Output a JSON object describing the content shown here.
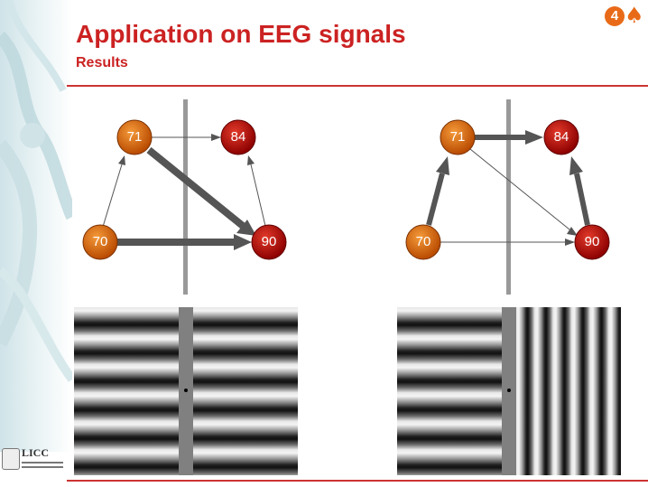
{
  "header": {
    "title": "Application on EEG signals",
    "subtitle": "Results",
    "page_number": "4",
    "badge_icon": "spade-icon",
    "accent_color": "#cc2222"
  },
  "logo": {
    "text": "LICC"
  },
  "graphs": [
    {
      "nodes": {
        "n71": "71",
        "n84": "84",
        "n70": "70",
        "n90": "90"
      },
      "edges": [
        {
          "from": "71",
          "to": "84",
          "strength": "thin"
        },
        {
          "from": "71",
          "to": "90",
          "strength": "thick"
        },
        {
          "from": "70",
          "to": "90",
          "strength": "thick"
        },
        {
          "from": "70",
          "to": "71",
          "strength": "thin"
        },
        {
          "from": "90",
          "to": "84",
          "strength": "thin"
        }
      ]
    },
    {
      "nodes": {
        "n71": "71",
        "n84": "84",
        "n70": "70",
        "n90": "90"
      },
      "edges": [
        {
          "from": "71",
          "to": "84",
          "strength": "thick"
        },
        {
          "from": "71",
          "to": "90",
          "strength": "thin"
        },
        {
          "from": "70",
          "to": "90",
          "strength": "thin"
        },
        {
          "from": "70",
          "to": "71",
          "strength": "thick"
        },
        {
          "from": "90",
          "to": "84",
          "strength": "thick"
        }
      ]
    }
  ],
  "stimuli": [
    {
      "left_grating": "horizontal",
      "right_grating": "horizontal"
    },
    {
      "left_grating": "horizontal",
      "right_grating": "vertical"
    }
  ],
  "colors": {
    "node_orange": "#d9650a",
    "node_red": "#c00000",
    "arrow": "#555555",
    "divider": "#999999",
    "grating_gap": "#808080"
  }
}
